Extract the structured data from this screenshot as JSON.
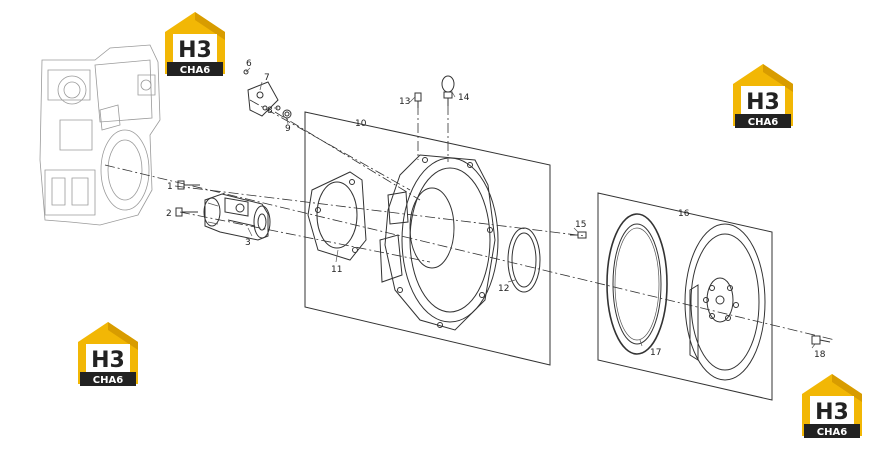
{
  "logo": {
    "mark": "H3",
    "caption": "CHA6",
    "accent": "#f2b705",
    "dark": "#222222"
  },
  "colors": {
    "line": "#333333",
    "engine": "#9a9a9a"
  },
  "callouts": [
    {
      "id": "c1",
      "text": "1"
    },
    {
      "id": "c2",
      "text": "2"
    },
    {
      "id": "c3",
      "text": "3"
    },
    {
      "id": "c6",
      "text": "6"
    },
    {
      "id": "c7",
      "text": "7"
    },
    {
      "id": "c8",
      "text": "8"
    },
    {
      "id": "c9",
      "text": "9"
    },
    {
      "id": "c10",
      "text": "10"
    },
    {
      "id": "c11",
      "text": "11"
    },
    {
      "id": "c12",
      "text": "12"
    },
    {
      "id": "c13",
      "text": "13"
    },
    {
      "id": "c14",
      "text": "14"
    },
    {
      "id": "c15",
      "text": "15"
    },
    {
      "id": "c16",
      "text": "16"
    },
    {
      "id": "c17",
      "text": "17"
    },
    {
      "id": "c18",
      "text": "18"
    }
  ]
}
